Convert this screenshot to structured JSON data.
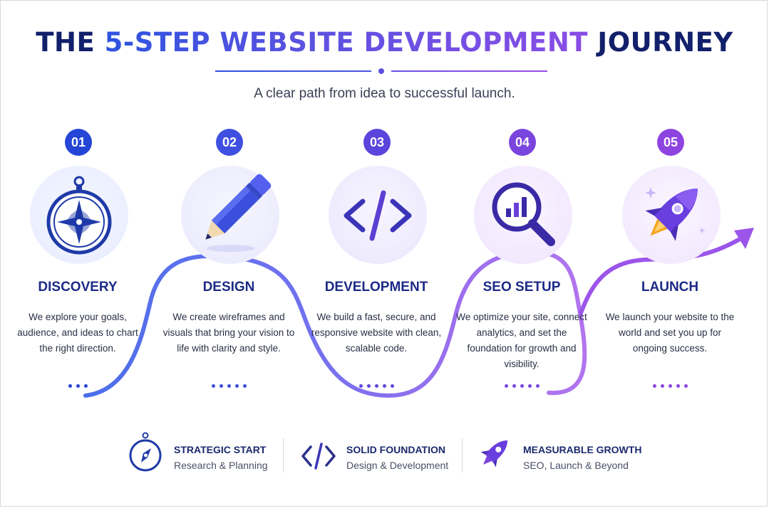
{
  "header": {
    "title_prefix": "THE ",
    "title_highlight": "5-STEP WEBSITE DEVELOPMENT",
    "title_suffix": " JOURNEY",
    "subtitle": "A clear path from idea to successful launch."
  },
  "steps": [
    {
      "number": "01",
      "title": "DISCOVERY",
      "description": "We explore your goals, audience, and ideas to chart the right direction.",
      "icon": "compass-icon",
      "color": "#2445d6"
    },
    {
      "number": "02",
      "title": "DESIGN",
      "description": "We create wireframes and visuals that bring your vision to life with clarity and style.",
      "icon": "pencil-icon",
      "color": "#3f4fe0"
    },
    {
      "number": "03",
      "title": "DEVELOPMENT",
      "description": "We build a fast, secure, and responsive website with clean, scalable code.",
      "icon": "code-icon",
      "color": "#5b45dc"
    },
    {
      "number": "04",
      "title": "SEO SETUP",
      "description": "We optimize your site, connect analytics, and set the foundation for growth and visibility.",
      "icon": "magnifier-chart-icon",
      "color": "#7a45de"
    },
    {
      "number": "05",
      "title": "LAUNCH",
      "description": "We launch your website to the world and set you up for ongoing success.",
      "icon": "rocket-icon",
      "color": "#8e44e0"
    }
  ],
  "summary": [
    {
      "title": "STRATEGIC START",
      "subtitle": "Research & Planning",
      "icon": "compass-icon"
    },
    {
      "title": "SOLID FOUNDATION",
      "subtitle": "Design & Development",
      "icon": "code-icon"
    },
    {
      "title": "MEASURABLE GROWTH",
      "subtitle": "SEO, Launch & Beyond",
      "icon": "rocket-icon"
    }
  ],
  "colors": {
    "navy": "#12206b",
    "blue": "#2e54e0",
    "purple": "#8a4de6"
  }
}
